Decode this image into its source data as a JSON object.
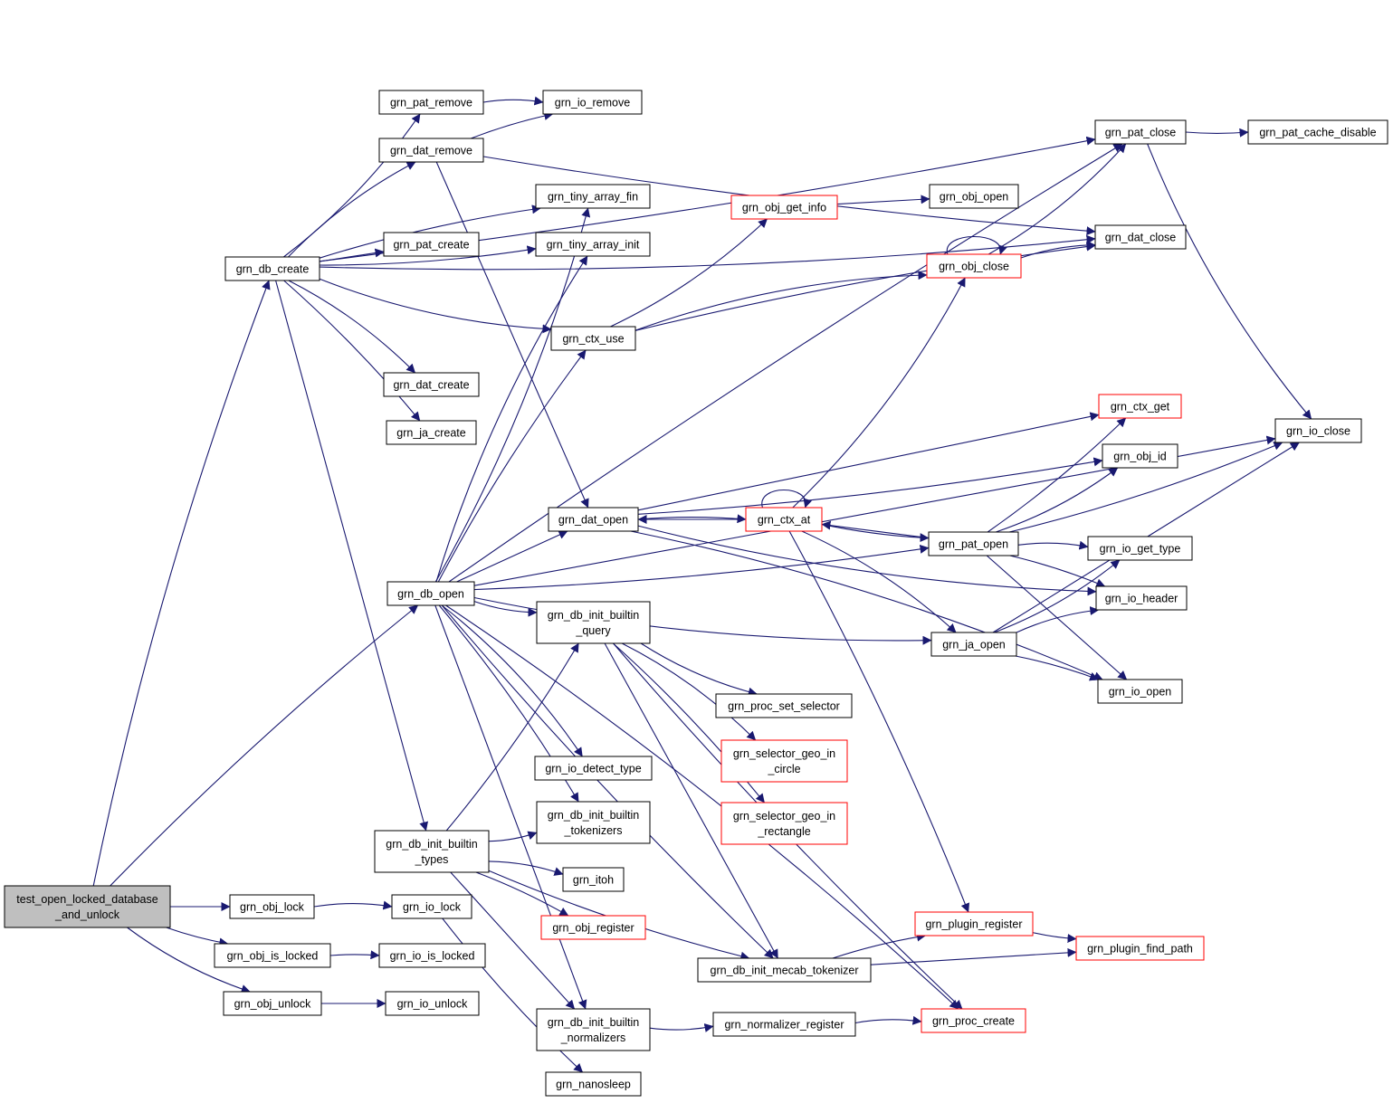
{
  "colors": {
    "edge": "#191970",
    "node_border": "#000000",
    "node_border_truncated": "#ff0000",
    "root_fill": "#bfbfbf",
    "node_fill": "#ffffff"
  },
  "nodes": [
    {
      "id": "root",
      "lines": [
        "test_open_locked_database",
        "_and_unlock"
      ],
      "style": "root"
    },
    {
      "id": "db_create",
      "lines": [
        "grn_db_create"
      ],
      "style": "normal"
    },
    {
      "id": "db_open",
      "lines": [
        "grn_db_open"
      ],
      "style": "normal"
    },
    {
      "id": "obj_lock",
      "lines": [
        "grn_obj_lock"
      ],
      "style": "normal"
    },
    {
      "id": "obj_is_locked",
      "lines": [
        "grn_obj_is_locked"
      ],
      "style": "normal"
    },
    {
      "id": "obj_unlock",
      "lines": [
        "grn_obj_unlock"
      ],
      "style": "normal"
    },
    {
      "id": "pat_remove",
      "lines": [
        "grn_pat_remove"
      ],
      "style": "normal"
    },
    {
      "id": "dat_remove",
      "lines": [
        "grn_dat_remove"
      ],
      "style": "normal"
    },
    {
      "id": "pat_create",
      "lines": [
        "grn_pat_create"
      ],
      "style": "normal"
    },
    {
      "id": "dat_create",
      "lines": [
        "grn_dat_create"
      ],
      "style": "normal"
    },
    {
      "id": "ja_create",
      "lines": [
        "grn_ja_create"
      ],
      "style": "normal"
    },
    {
      "id": "init_types",
      "lines": [
        "grn_db_init_builtin",
        "_types"
      ],
      "style": "normal"
    },
    {
      "id": "io_lock",
      "lines": [
        "grn_io_lock"
      ],
      "style": "normal"
    },
    {
      "id": "io_is_locked",
      "lines": [
        "grn_io_is_locked"
      ],
      "style": "normal"
    },
    {
      "id": "io_unlock",
      "lines": [
        "grn_io_unlock"
      ],
      "style": "normal"
    },
    {
      "id": "io_remove",
      "lines": [
        "grn_io_remove"
      ],
      "style": "normal"
    },
    {
      "id": "tiny_fin",
      "lines": [
        "grn_tiny_array_fin"
      ],
      "style": "normal"
    },
    {
      "id": "tiny_init",
      "lines": [
        "grn_tiny_array_init"
      ],
      "style": "normal"
    },
    {
      "id": "ctx_use",
      "lines": [
        "grn_ctx_use"
      ],
      "style": "normal"
    },
    {
      "id": "dat_open",
      "lines": [
        "grn_dat_open"
      ],
      "style": "normal"
    },
    {
      "id": "init_query",
      "lines": [
        "grn_db_init_builtin",
        "_query"
      ],
      "style": "normal"
    },
    {
      "id": "io_detect",
      "lines": [
        "grn_io_detect_type"
      ],
      "style": "normal"
    },
    {
      "id": "init_tokenizers",
      "lines": [
        "grn_db_init_builtin",
        "_tokenizers"
      ],
      "style": "normal"
    },
    {
      "id": "itoh",
      "lines": [
        "grn_itoh"
      ],
      "style": "normal"
    },
    {
      "id": "obj_register",
      "lines": [
        "grn_obj_register"
      ],
      "style": "truncated"
    },
    {
      "id": "init_normalizers",
      "lines": [
        "grn_db_init_builtin",
        "_normalizers"
      ],
      "style": "normal"
    },
    {
      "id": "nanosleep",
      "lines": [
        "grn_nanosleep"
      ],
      "style": "normal"
    },
    {
      "id": "obj_get_info",
      "lines": [
        "grn_obj_get_info"
      ],
      "style": "truncated"
    },
    {
      "id": "proc_set_selector",
      "lines": [
        "grn_proc_set_selector"
      ],
      "style": "normal"
    },
    {
      "id": "geo_circle",
      "lines": [
        "grn_selector_geo_in",
        "_circle"
      ],
      "style": "truncated"
    },
    {
      "id": "geo_rect",
      "lines": [
        "grn_selector_geo_in",
        "_rectangle"
      ],
      "style": "truncated"
    },
    {
      "id": "init_mecab",
      "lines": [
        "grn_db_init_mecab_tokenizer"
      ],
      "style": "normal"
    },
    {
      "id": "normalizer_register",
      "lines": [
        "grn_normalizer_register"
      ],
      "style": "normal"
    },
    {
      "id": "obj_open",
      "lines": [
        "grn_obj_open"
      ],
      "style": "normal"
    },
    {
      "id": "obj_close",
      "lines": [
        "grn_obj_close"
      ],
      "style": "truncated"
    },
    {
      "id": "ctx_at",
      "lines": [
        "grn_ctx_at"
      ],
      "style": "truncated"
    },
    {
      "id": "ja_open",
      "lines": [
        "grn_ja_open"
      ],
      "style": "normal"
    },
    {
      "id": "plugin_register",
      "lines": [
        "grn_plugin_register"
      ],
      "style": "truncated"
    },
    {
      "id": "proc_create",
      "lines": [
        "grn_proc_create"
      ],
      "style": "truncated"
    },
    {
      "id": "pat_close",
      "lines": [
        "grn_pat_close"
      ],
      "style": "normal"
    },
    {
      "id": "dat_close",
      "lines": [
        "grn_dat_close"
      ],
      "style": "normal"
    },
    {
      "id": "ctx_get",
      "lines": [
        "grn_ctx_get"
      ],
      "style": "truncated"
    },
    {
      "id": "obj_id",
      "lines": [
        "grn_obj_id"
      ],
      "style": "normal"
    },
    {
      "id": "pat_open",
      "lines": [
        "grn_pat_open"
      ],
      "style": "normal"
    },
    {
      "id": "io_get_type",
      "lines": [
        "grn_io_get_type"
      ],
      "style": "normal"
    },
    {
      "id": "io_header",
      "lines": [
        "grn_io_header"
      ],
      "style": "normal"
    },
    {
      "id": "io_open",
      "lines": [
        "grn_io_open"
      ],
      "style": "normal"
    },
    {
      "id": "plugin_find_path",
      "lines": [
        "grn_plugin_find_path"
      ],
      "style": "truncated"
    },
    {
      "id": "pat_cache_disable",
      "lines": [
        "grn_pat_cache_disable"
      ],
      "style": "normal"
    },
    {
      "id": "io_close",
      "lines": [
        "grn_io_close"
      ],
      "style": "normal"
    }
  ],
  "edges": [
    [
      "root",
      "db_create"
    ],
    [
      "root",
      "db_open"
    ],
    [
      "root",
      "obj_lock"
    ],
    [
      "root",
      "obj_is_locked"
    ],
    [
      "root",
      "obj_unlock"
    ],
    [
      "obj_lock",
      "io_lock"
    ],
    [
      "obj_is_locked",
      "io_is_locked"
    ],
    [
      "obj_unlock",
      "io_unlock"
    ],
    [
      "io_lock",
      "nanosleep"
    ],
    [
      "db_create",
      "pat_remove"
    ],
    [
      "db_create",
      "dat_remove"
    ],
    [
      "db_create",
      "tiny_fin"
    ],
    [
      "db_create",
      "pat_create"
    ],
    [
      "db_create",
      "tiny_init"
    ],
    [
      "db_create",
      "ctx_use"
    ],
    [
      "db_create",
      "dat_create"
    ],
    [
      "db_create",
      "ja_create"
    ],
    [
      "db_create",
      "init_types"
    ],
    [
      "db_create",
      "pat_close"
    ],
    [
      "db_create",
      "dat_close"
    ],
    [
      "pat_remove",
      "io_remove"
    ],
    [
      "dat_remove",
      "io_remove"
    ],
    [
      "dat_remove",
      "dat_open"
    ],
    [
      "dat_remove",
      "dat_close"
    ],
    [
      "db_open",
      "tiny_fin"
    ],
    [
      "db_open",
      "tiny_init"
    ],
    [
      "db_open",
      "ctx_use"
    ],
    [
      "db_open",
      "dat_open"
    ],
    [
      "db_open",
      "pat_open"
    ],
    [
      "db_open",
      "init_query"
    ],
    [
      "db_open",
      "io_detect"
    ],
    [
      "db_open",
      "init_tokenizers"
    ],
    [
      "db_open",
      "init_normalizers"
    ],
    [
      "db_open",
      "init_mecab"
    ],
    [
      "db_open",
      "ja_open"
    ],
    [
      "db_open",
      "proc_create"
    ],
    [
      "db_open",
      "pat_close"
    ],
    [
      "db_open",
      "io_close"
    ],
    [
      "init_types",
      "init_query"
    ],
    [
      "init_types",
      "init_tokenizers"
    ],
    [
      "init_types",
      "itoh"
    ],
    [
      "init_types",
      "obj_register"
    ],
    [
      "init_types",
      "init_normalizers"
    ],
    [
      "init_types",
      "init_mecab"
    ],
    [
      "init_query",
      "proc_set_selector"
    ],
    [
      "init_query",
      "geo_circle"
    ],
    [
      "init_query",
      "geo_rect"
    ],
    [
      "init_query",
      "init_mecab"
    ],
    [
      "init_query",
      "proc_create"
    ],
    [
      "init_normalizers",
      "normalizer_register"
    ],
    [
      "normalizer_register",
      "proc_create"
    ],
    [
      "init_mecab",
      "plugin_register"
    ],
    [
      "init_mecab",
      "plugin_find_path"
    ],
    [
      "plugin_register",
      "plugin_find_path"
    ],
    [
      "ctx_use",
      "obj_get_info"
    ],
    [
      "ctx_use",
      "obj_close"
    ],
    [
      "ctx_use",
      "dat_close"
    ],
    [
      "obj_get_info",
      "obj_open"
    ],
    [
      "obj_close",
      "obj_close"
    ],
    [
      "obj_close",
      "pat_close"
    ],
    [
      "obj_close",
      "dat_close"
    ],
    [
      "dat_open",
      "ctx_at"
    ],
    [
      "dat_open",
      "ctx_get"
    ],
    [
      "dat_open",
      "obj_id"
    ],
    [
      "dat_open",
      "io_header"
    ],
    [
      "dat_open",
      "io_open"
    ],
    [
      "ctx_at",
      "ctx_at"
    ],
    [
      "ctx_at",
      "dat_open"
    ],
    [
      "ctx_at",
      "pat_open"
    ],
    [
      "ctx_at",
      "obj_close"
    ],
    [
      "ctx_at",
      "ja_open"
    ],
    [
      "ctx_at",
      "plugin_register"
    ],
    [
      "pat_open",
      "ctx_at"
    ],
    [
      "pat_open",
      "ctx_get"
    ],
    [
      "pat_open",
      "obj_id"
    ],
    [
      "pat_open",
      "io_get_type"
    ],
    [
      "pat_open",
      "io_header"
    ],
    [
      "pat_open",
      "io_open"
    ],
    [
      "pat_open",
      "io_close"
    ],
    [
      "ja_open",
      "io_get_type"
    ],
    [
      "ja_open",
      "io_header"
    ],
    [
      "ja_open",
      "io_open"
    ],
    [
      "ja_open",
      "io_close"
    ],
    [
      "pat_close",
      "pat_cache_disable"
    ],
    [
      "pat_close",
      "io_close"
    ]
  ]
}
